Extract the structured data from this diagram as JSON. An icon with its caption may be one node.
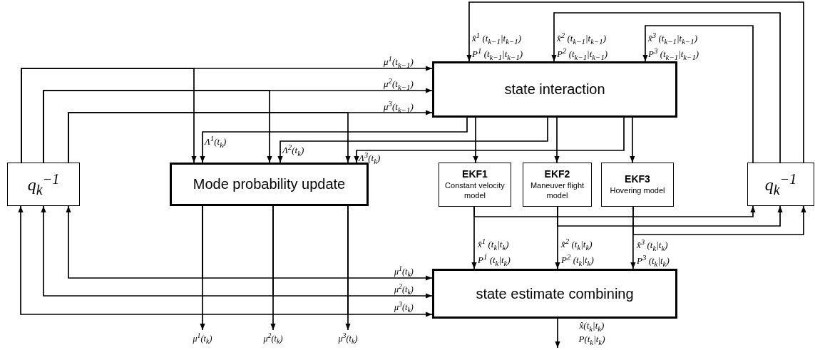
{
  "diagram": {
    "nodes": [
      {
        "text": [
          "q$_{k}$$^{−1}$"
        ]
      },
      {
        "text": [
          "state interaction"
        ]
      },
      {
        "text": [
          "Mode probability update"
        ]
      },
      {
        "text": [
          "EKF1",
          "Constant velocity model"
        ]
      },
      {
        "text": [
          "EKF2",
          "Maneuver flight model"
        ]
      },
      {
        "text": [
          "EKF3",
          "Hovering model"
        ]
      },
      {
        "text": [
          "q$_{k}$$^{−1}$"
        ]
      },
      {
        "text": [
          "state estimate combining"
        ]
      }
    ],
    "edges": [
      {
        "from": 0,
        "to": 1,
        "arrow": "to",
        "label": "μ$^{1}$(t$_{k−1}$)"
      },
      {
        "from": 0,
        "to": 1,
        "arrow": "to",
        "label": "μ$^{2}$(t$_{k−1}$)"
      },
      {
        "from": 0,
        "to": 1,
        "arrow": "to",
        "label": "μ$^{3}$(t$_{k−1}$)"
      },
      {
        "from": 0,
        "to": 2,
        "arrow": "to"
      },
      {
        "from": 0,
        "to": 2,
        "arrow": "to"
      },
      {
        "from": 0,
        "to": 2,
        "arrow": "to"
      },
      {
        "from": 1,
        "to": 2,
        "arrow": "to",
        "label": "Λ$^{1}$(t$_{k}$)"
      },
      {
        "from": 1,
        "to": 2,
        "arrow": "to",
        "label": "Λ$^{2}$(t$_{k}$)"
      },
      {
        "from": 1,
        "to": 2,
        "arrow": "to",
        "label": "Λ$^{3}$(t$_{k}$)"
      },
      {
        "from": 1,
        "to": 3,
        "arrow": "to"
      },
      {
        "from": 1,
        "to": 4,
        "arrow": "to"
      },
      {
        "from": 1,
        "to": 5,
        "arrow": "to"
      },
      {
        "from": 6,
        "to": 1,
        "arrow": "to",
        "label": "x̂$^{1}$ (t$_{k−1}$|t$_{k−1}$) P$^{1}$ (t$_{k−1}$|t$_{k−1}$)"
      },
      {
        "from": 6,
        "to": 1,
        "arrow": "to",
        "label": "x̂$^{2}$ (t$_{k−1}$|t$_{k−1}$) P$^{2}$ (t$_{k−1}$|t$_{k−1}$)"
      },
      {
        "from": 6,
        "to": 1,
        "arrow": "to",
        "label": "x̂$^{3}$ (t$_{k−1}$|t$_{k−1}$) P$^{3}$ (t$_{k−1}$|t$_{k−1}$)"
      },
      {
        "from": 3,
        "to": 7,
        "arrow": "to",
        "label": "x̂$^{1}$ (t$_{k}$|t$_{k}$) P$^{1}$ (t$_{k}$|t$_{k}$)"
      },
      {
        "from": 4,
        "to": 7,
        "arrow": "to",
        "label": "x̂$^{2}$ (t$_{k}$|t$_{k}$) P$^{2}$ (t$_{k}$|t$_{k}$)"
      },
      {
        "from": 5,
        "to": 7,
        "arrow": "to",
        "label": "x̂$^{3}$ (t$_{k}$|t$_{k}$) P$^{3}$ (t$_{k}$|t$_{k}$)"
      },
      {
        "from": 3,
        "to": 6,
        "arrow": "to"
      },
      {
        "from": 4,
        "to": 6,
        "arrow": "to"
      },
      {
        "from": 5,
        "to": 6,
        "arrow": "to"
      },
      {
        "from": 2,
        "to": 7,
        "arrow": "to",
        "label": "μ$^{1}$(t$_{k}$)"
      },
      {
        "from": 2,
        "to": 7,
        "arrow": "to",
        "label": "μ$^{2}$(t$_{k}$)"
      },
      {
        "from": 2,
        "to": 7,
        "arrow": "to",
        "label": "μ$^{3}$(t$_{k}$)"
      },
      {
        "from": 2,
        "to": 0,
        "arrow": "to"
      },
      {
        "from": 2,
        "to": 0,
        "arrow": "to"
      },
      {
        "from": 2,
        "to": 0,
        "arrow": "to"
      },
      {
        "from": 2,
        "to": null,
        "arrow": "to",
        "label": "μ$^{1}$(t$_{k}$)"
      },
      {
        "from": 2,
        "to": null,
        "arrow": "to",
        "label": "μ$^{2}$(t$_{k}$)"
      },
      {
        "from": 2,
        "to": null,
        "arrow": "to",
        "label": "μ$^{3}$(t$_{k}$)"
      },
      {
        "from": 7,
        "to": null,
        "arrow": "to",
        "label": "x̂(t$_{k}$|t$_{k}$) P(t$_{k}$|t$_{k}$)"
      }
    ]
  }
}
